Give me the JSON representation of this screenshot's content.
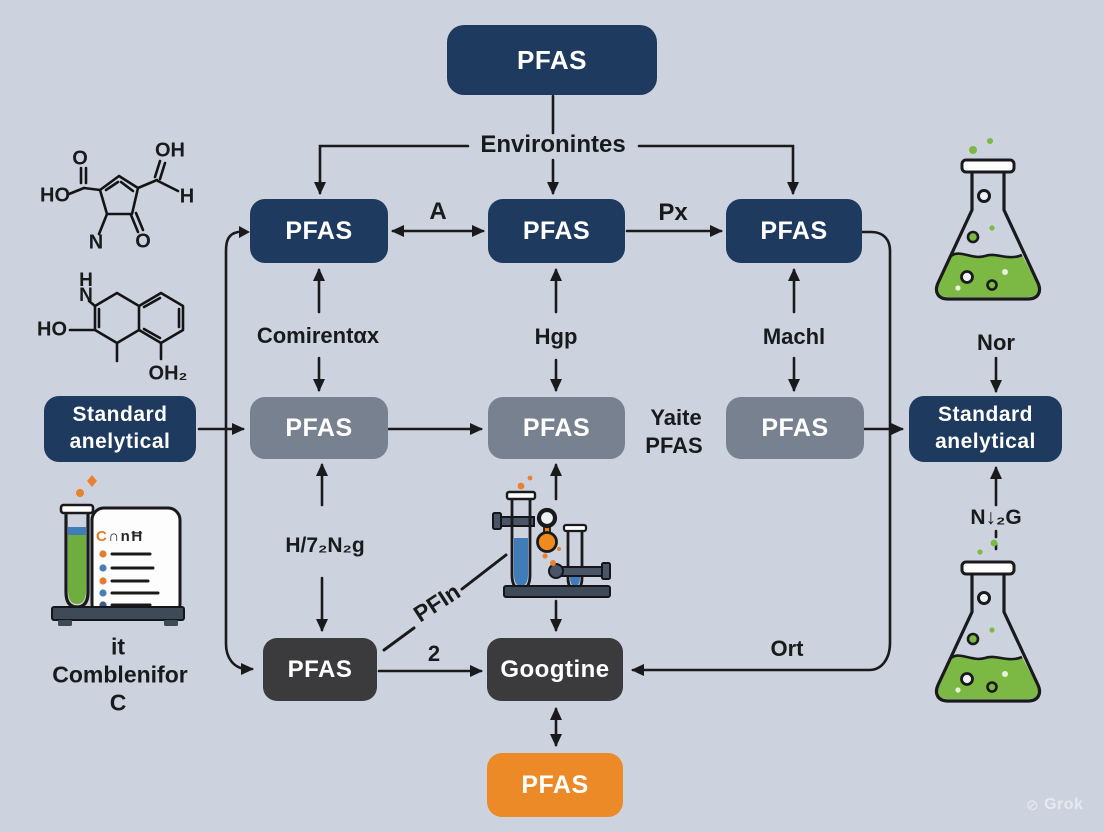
{
  "canvas": {
    "bg": "#cdd3de"
  },
  "colors": {
    "navy": "#1f3a5f",
    "gray": "#78818f",
    "charcoal": "#3b3b3d",
    "orange": "#ec8a28",
    "flask_green": "#7cb944",
    "tube_blue": "#3f7cb8",
    "accent_orange": "#e8860f",
    "ink": "#1a1a1c"
  },
  "boxes": {
    "top": "PFAS",
    "row2_left": "PFAS",
    "row2_center": "PFAS",
    "row2_right": "PFAS",
    "row3_left": "PFAS",
    "row3_center": "PFAS",
    "row3_right": "PFAS",
    "std_left_line1": "Standard",
    "std_left_line2": "anelytical",
    "std_right_line1": "Standard",
    "std_right_line2": "anelytical",
    "row4_left": "PFAS",
    "row4_center": "Googtine",
    "bottom_orange": "PFAS"
  },
  "labels": {
    "environment": "Environintes",
    "a": "A",
    "px": "Px",
    "comirent": "Comirentαx",
    "hgp": "Hgp",
    "machl": "Machl",
    "nor": "Nor",
    "yaite_line1": "Yaite",
    "yaite_line2": "PFAS",
    "h2n2g": "H/7₂N₂g",
    "pfin": "PFIn",
    "two": "2",
    "ort": "Ort",
    "n2g": "N↓₂G",
    "caption_line1": "it",
    "caption_line2": "Comblenifor",
    "caption_line3": "C",
    "doc_first": "C",
    "doc_rest": "∩nĦ"
  },
  "molecule1": {
    "o_top": "O",
    "oh": "OH",
    "ho": "HO",
    "h": "H",
    "n": "N",
    "o_bottom": "O"
  },
  "molecule2": {
    "h": "H",
    "n": "N",
    "ho": "HO",
    "oh2": "OH₂"
  },
  "watermark": {
    "icon": "⊘",
    "label": "Grok"
  }
}
